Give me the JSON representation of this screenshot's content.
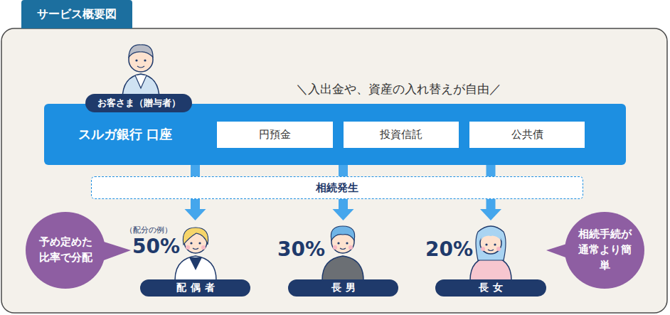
{
  "diagram": {
    "title": "サービス概要図",
    "nodes": [
      {
        "text": [
          "お客さま（贈与者）"
        ]
      },
      {
        "text": [
          "スルガ銀行 口座"
        ]
      },
      {
        "text": [
          "円預金"
        ],
        "in": 1
      },
      {
        "text": [
          "投資信託"
        ],
        "in": 1
      },
      {
        "text": [
          "公共債"
        ],
        "in": 1
      },
      {
        "text": [
          "相続発生"
        ]
      },
      {
        "text": [
          "予め定めた比率で分配"
        ]
      },
      {
        "text": [
          "配偶者"
        ]
      },
      {
        "text": [
          "長男"
        ]
      },
      {
        "text": [
          "長女"
        ]
      },
      {
        "text": [
          "相続手続が通常より簡単"
        ]
      }
    ],
    "edges": [
      {
        "from": 1,
        "to": 7,
        "arrow": "to"
      },
      {
        "from": 1,
        "to": 8,
        "arrow": "to"
      },
      {
        "from": 1,
        "to": 9,
        "arrow": "to"
      }
    ],
    "labels": [
      "＼入出金や、資産の入れ替えが自由／",
      "（配分の例）",
      "50%",
      "30%",
      "20%"
    ]
  }
}
